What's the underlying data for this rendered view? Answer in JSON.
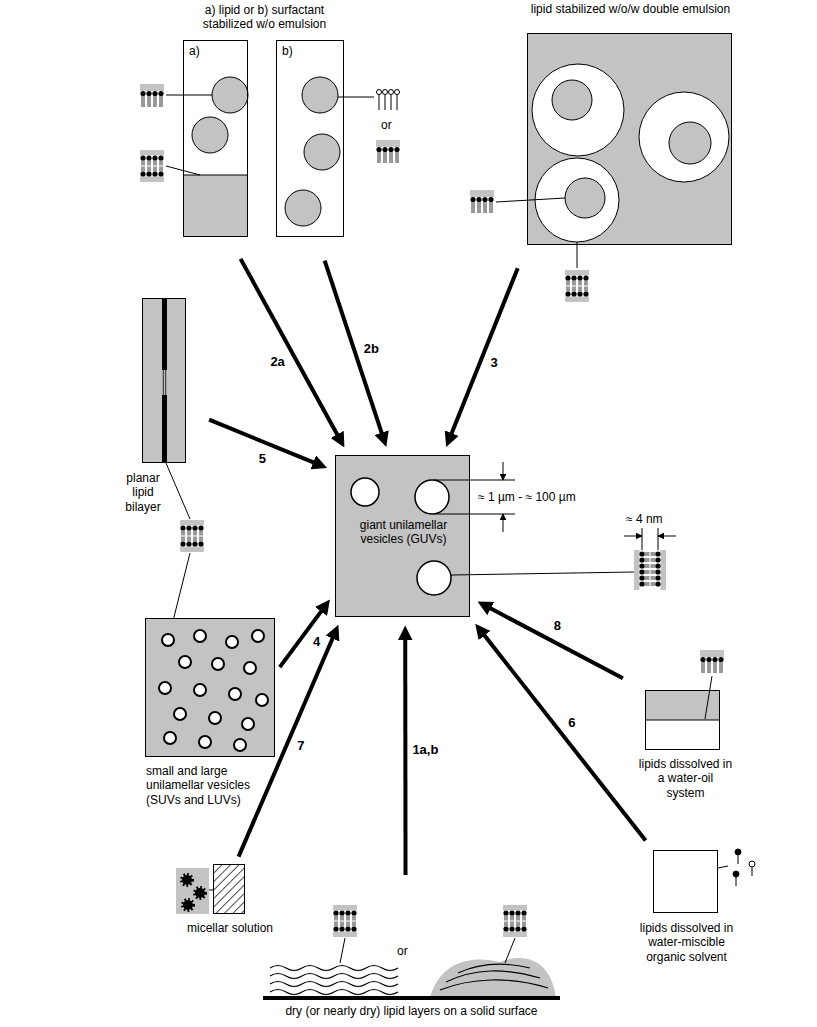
{
  "diagram": {
    "nodes": [
      {
        "text": [
          "a) lipid or b) surfactant stabilized w/o emulsion",
          "a)"
        ]
      },
      {
        "text": [
          "b)"
        ]
      },
      {
        "text": [
          "lipid stabilized w/o/w double emulsion"
        ]
      },
      {
        "text": [
          "planar lipid bilayer"
        ]
      },
      {
        "text": [
          "giant unilamellar vesicles (GUVs)"
        ]
      },
      {
        "text": [
          "small and large unilamellar vesicles (SUVs and LUVs)"
        ]
      },
      {
        "text": [
          "micellar solution"
        ]
      },
      {
        "text": [
          "dry (or nearly dry) lipid layers on a solid surface"
        ]
      },
      {
        "text": [
          "lipids dissolved in water-miscible organic solvent"
        ]
      },
      {
        "text": [
          "lipids dissolved in a water-oil system"
        ]
      }
    ],
    "edges": [
      {
        "from": 0,
        "to": 4,
        "arrow": "to",
        "label": "2a"
      },
      {
        "from": 1,
        "to": 4,
        "arrow": "to",
        "label": "2b"
      },
      {
        "from": 2,
        "to": 4,
        "arrow": "to",
        "label": "3"
      },
      {
        "from": 3,
        "to": 4,
        "arrow": "to",
        "label": "5"
      },
      {
        "from": 5,
        "to": 4,
        "arrow": "to",
        "label": "4"
      },
      {
        "from": 6,
        "to": 4,
        "arrow": "to",
        "label": "7"
      },
      {
        "from": 7,
        "to": 4,
        "arrow": "to",
        "label": "1a,b"
      },
      {
        "from": 8,
        "to": 4,
        "arrow": "to",
        "label": "6"
      },
      {
        "from": 9,
        "to": 4,
        "arrow": "to",
        "label": "8"
      }
    ],
    "labels": [
      "or",
      "or",
      "≈ 1 µm - ≈ 100 µm",
      "≈ 4 nm"
    ]
  }
}
